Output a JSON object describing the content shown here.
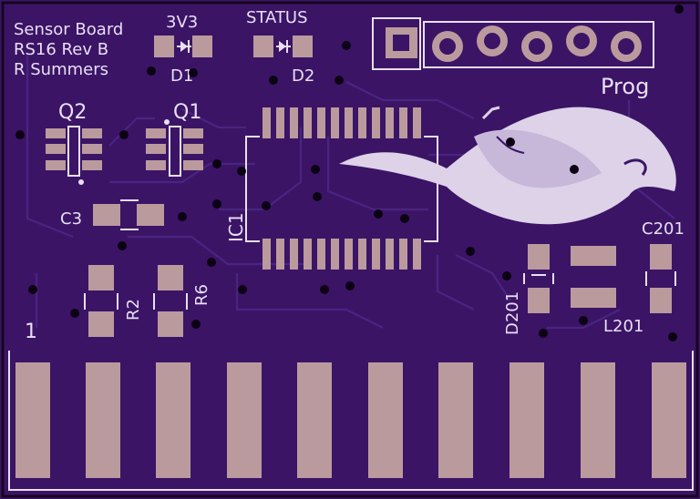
{
  "board": {
    "title_lines": [
      "Sensor Board",
      "RS16 Rev B",
      "R Summers"
    ],
    "colors": {
      "substrate": "#3b1466",
      "copper_pad": "#bb9a9e",
      "silkscreen": "#e8dff2",
      "via": "#0b0213"
    }
  },
  "labels": {
    "d1_name": "3V3",
    "d1": "D1",
    "d2_name": "STATUS",
    "d2": "D2",
    "q1": "Q1",
    "q2": "Q2",
    "c3": "C3",
    "ic1": "IC1",
    "r2": "R2",
    "r6": "R6",
    "d201": "D201",
    "l201": "L201",
    "c201": "C201",
    "header": "Prog",
    "pin1": "1"
  },
  "artwork": {
    "icon": "manta-ray-logo"
  }
}
